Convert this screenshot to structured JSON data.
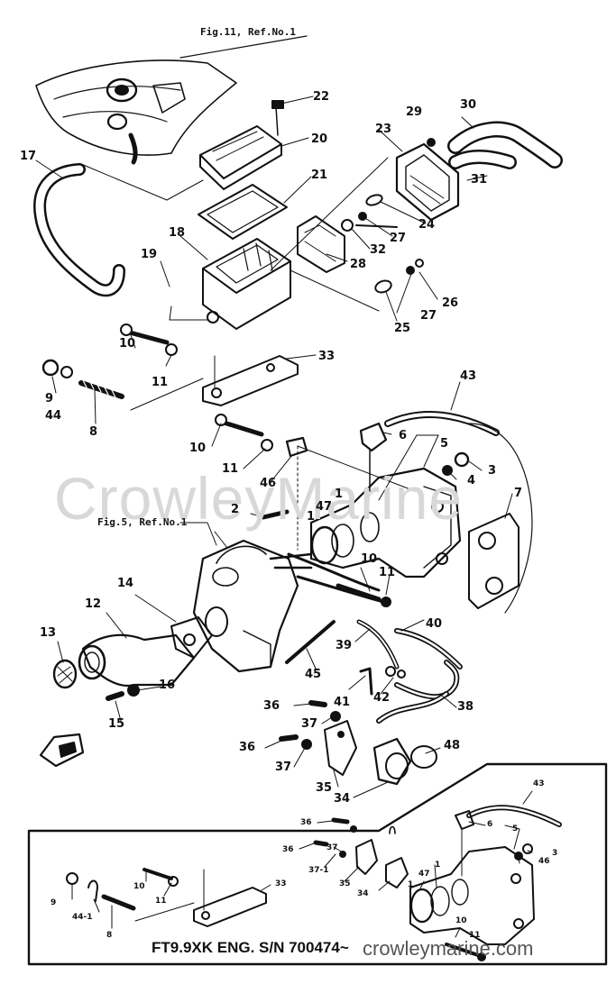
{
  "figure_refs": {
    "top": "Fig.11, Ref.No.1",
    "mid": "Fig.5, Ref.No.1"
  },
  "watermark": "CrowleyMarine",
  "caption": "FT9.9XK ENG. S/N 700474~",
  "site": "crowleymarine.com",
  "parts": [
    {
      "id": "p22",
      "text": "22"
    },
    {
      "id": "p20",
      "text": "20"
    },
    {
      "id": "p21",
      "text": "21"
    },
    {
      "id": "p17",
      "text": "17"
    },
    {
      "id": "p18",
      "text": "18"
    },
    {
      "id": "p19",
      "text": "19"
    },
    {
      "id": "p29",
      "text": "29"
    },
    {
      "id": "p30",
      "text": "30"
    },
    {
      "id": "p23",
      "text": "23"
    },
    {
      "id": "p31",
      "text": "31"
    },
    {
      "id": "p24",
      "text": "24"
    },
    {
      "id": "p27a",
      "text": "27"
    },
    {
      "id": "p32",
      "text": "32"
    },
    {
      "id": "p28",
      "text": "28"
    },
    {
      "id": "p26",
      "text": "26"
    },
    {
      "id": "p27b",
      "text": "27"
    },
    {
      "id": "p25",
      "text": "25"
    },
    {
      "id": "p10a",
      "text": "10"
    },
    {
      "id": "p11a",
      "text": "11"
    },
    {
      "id": "p33",
      "text": "33"
    },
    {
      "id": "p9",
      "text": "9"
    },
    {
      "id": "p44",
      "text": "44"
    },
    {
      "id": "p8",
      "text": "8"
    },
    {
      "id": "p43",
      "text": "43"
    },
    {
      "id": "p10b",
      "text": "10"
    },
    {
      "id": "p6",
      "text": "6"
    },
    {
      "id": "p5",
      "text": "5"
    },
    {
      "id": "p11b",
      "text": "11"
    },
    {
      "id": "p3",
      "text": "3"
    },
    {
      "id": "p4",
      "text": "4"
    },
    {
      "id": "p46",
      "text": "46"
    },
    {
      "id": "p2",
      "text": "2"
    },
    {
      "id": "p47",
      "text": "47"
    },
    {
      "id": "p1a",
      "text": "1"
    },
    {
      "id": "p1b",
      "text": "1"
    },
    {
      "id": "p7",
      "text": "7"
    },
    {
      "id": "p14",
      "text": "14"
    },
    {
      "id": "p10c",
      "text": "10"
    },
    {
      "id": "p11c",
      "text": "11"
    },
    {
      "id": "p12",
      "text": "12"
    },
    {
      "id": "p13",
      "text": "13"
    },
    {
      "id": "p40",
      "text": "40"
    },
    {
      "id": "p39",
      "text": "39"
    },
    {
      "id": "p45",
      "text": "45"
    },
    {
      "id": "p16",
      "text": "16"
    },
    {
      "id": "p15",
      "text": "15"
    },
    {
      "id": "p41",
      "text": "41"
    },
    {
      "id": "p42",
      "text": "42"
    },
    {
      "id": "p36a",
      "text": "36"
    },
    {
      "id": "p38",
      "text": "38"
    },
    {
      "id": "p37a",
      "text": "37"
    },
    {
      "id": "p36b",
      "text": "36"
    },
    {
      "id": "p37b",
      "text": "37"
    },
    {
      "id": "p48",
      "text": "48"
    },
    {
      "id": "p35",
      "text": "35"
    },
    {
      "id": "p34",
      "text": "34"
    },
    {
      "id": "i43",
      "text": "43"
    },
    {
      "id": "i6",
      "text": "6"
    },
    {
      "id": "i5",
      "text": "5"
    },
    {
      "id": "i36a",
      "text": "36"
    },
    {
      "id": "i3",
      "text": "3"
    },
    {
      "id": "i46",
      "text": "46"
    },
    {
      "id": "i36b",
      "text": "36"
    },
    {
      "id": "i37",
      "text": "37"
    },
    {
      "id": "i371",
      "text": "37-1"
    },
    {
      "id": "i10a",
      "text": "10"
    },
    {
      "id": "i33",
      "text": "33"
    },
    {
      "id": "i9",
      "text": "9"
    },
    {
      "id": "i11",
      "text": "11"
    },
    {
      "id": "i35",
      "text": "35"
    },
    {
      "id": "i34",
      "text": "34"
    },
    {
      "id": "i47",
      "text": "47"
    },
    {
      "id": "i1a",
      "text": "1"
    },
    {
      "id": "i1b",
      "text": "1"
    },
    {
      "id": "i441",
      "text": "44-1"
    },
    {
      "id": "i8",
      "text": "8"
    },
    {
      "id": "i10b",
      "text": "10"
    },
    {
      "id": "i11b",
      "text": "11"
    }
  ]
}
